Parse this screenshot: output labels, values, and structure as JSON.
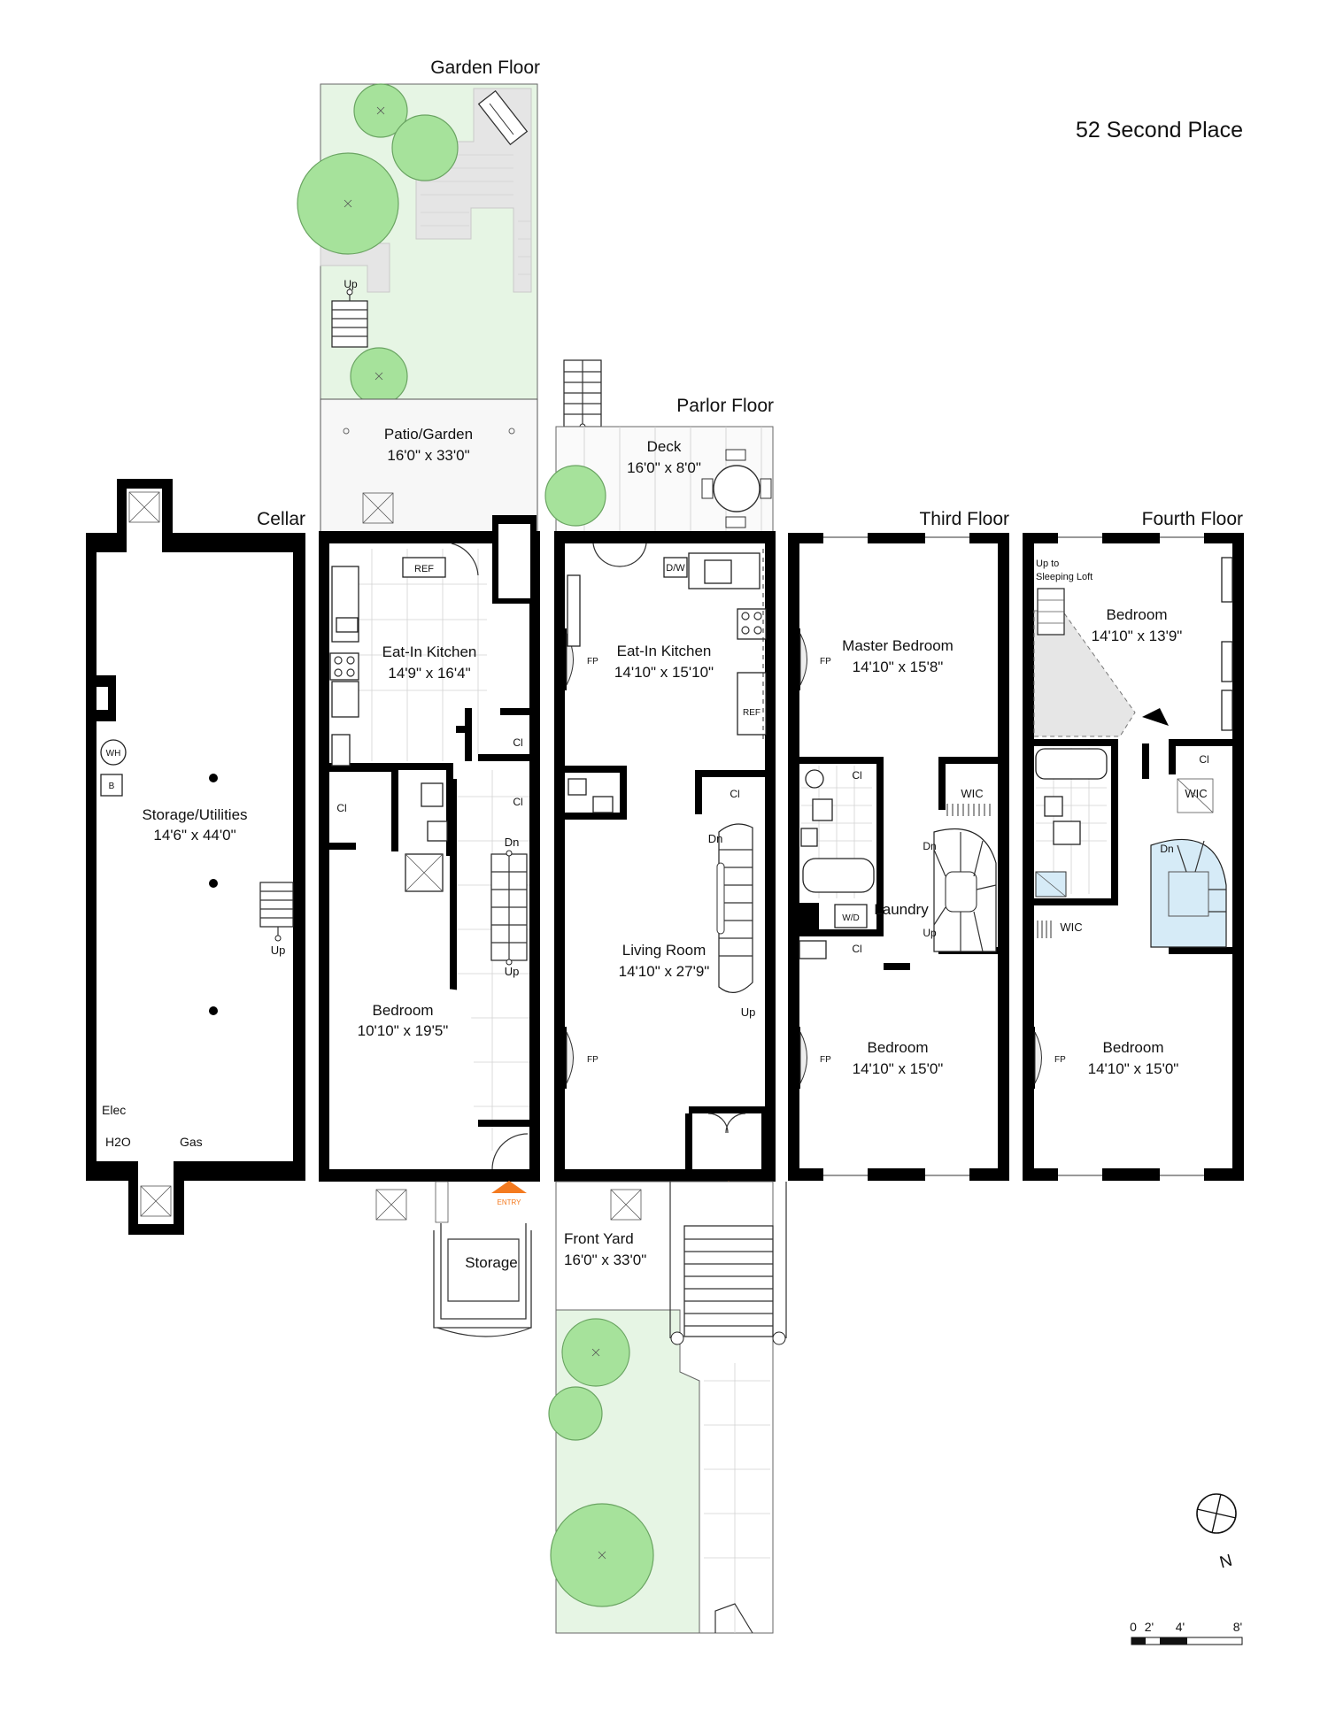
{
  "title": "52 Second Place",
  "floors": {
    "cellar": "Cellar",
    "garden": "Garden Floor",
    "parlor": "Parlor Floor",
    "third": "Third Floor",
    "fourth": "Fourth Floor"
  },
  "rooms": {
    "storage_utilities": {
      "name": "Storage/Utilities",
      "dims": "14'6\" x 44'0\""
    },
    "patio": {
      "name": "Patio/Garden",
      "dims": "16'0\" x 33'0\""
    },
    "garden_kitchen": {
      "name": "Eat-In Kitchen",
      "dims": "14'9\" x 16'4\""
    },
    "garden_bedroom": {
      "name": "Bedroom",
      "dims": "10'10\" x 19'5\""
    },
    "storage": {
      "name": "Storage"
    },
    "deck": {
      "name": "Deck",
      "dims": "16'0\" x 8'0\""
    },
    "parlor_kitchen": {
      "name": "Eat-In Kitchen",
      "dims": "14'10\" x 15'10\""
    },
    "living": {
      "name": "Living Room",
      "dims": "14'10\" x 27'9\""
    },
    "front_yard": {
      "name": "Front Yard",
      "dims": "16'0\" x 33'0\""
    },
    "master": {
      "name": "Master Bedroom",
      "dims": "14'10\" x 15'8\""
    },
    "third_bedroom": {
      "name": "Bedroom",
      "dims": "14'10\" x 15'0\""
    },
    "laundry": {
      "name": "Laundry"
    },
    "fourth_bedroom_rear": {
      "name": "Bedroom",
      "dims": "14'10\" x 13'9\""
    },
    "fourth_bedroom_front": {
      "name": "Bedroom",
      "dims": "14'10\" x 15'0\""
    }
  },
  "labels": {
    "wh": "WH",
    "b": "B",
    "elec": "Elec",
    "h2o": "H2O",
    "gas": "Gas",
    "up": "Up",
    "dn": "Dn",
    "ref": "REF",
    "dw": "D/W",
    "cl": "Cl",
    "fp": "FP",
    "wic": "WIC",
    "wd": "W/D",
    "entry": "ENTRY",
    "loft_1": "Up to",
    "loft_2": "Sleeping Loft"
  },
  "compass": "N",
  "scale": [
    "0",
    "2'",
    "4'",
    "8'"
  ],
  "colors": {
    "garden": "#e6f5e4",
    "tree": "#a6e29b",
    "entry": "#f47a1f",
    "stair_blue": "#d6ebf7"
  }
}
